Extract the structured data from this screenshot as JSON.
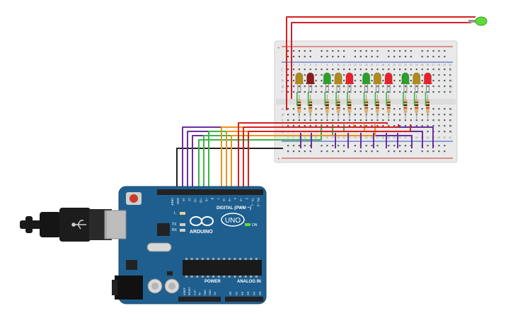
{
  "board": {
    "brand": "ARDUINO",
    "model": "UNO",
    "digital_header_label": "DIGITAL (PWM ~)",
    "power_label": "POWER",
    "analog_label": "ANALOG IN",
    "on_label": "ON",
    "l_label": "L",
    "tx_label": "TX",
    "rx_label": "RX",
    "digital_pins": [
      "AREF",
      "GND",
      "13",
      "12",
      "~11",
      "~10",
      "~9",
      "8",
      "7",
      "~6",
      "~5",
      "4",
      "~3",
      "2",
      "TX→1",
      "RX←0"
    ],
    "power_pins": [
      "IOREF",
      "RESET",
      "3.3V",
      "5V",
      "GND",
      "GND",
      "Vin"
    ],
    "analog_pins": [
      "A0",
      "A1",
      "A2",
      "A3",
      "A4",
      "A5"
    ]
  },
  "breadboard": {
    "row_letters_top": [
      "j",
      "i",
      "h",
      "g",
      "f"
    ],
    "row_letters_bottom": [
      "e",
      "d",
      "c",
      "b",
      "a"
    ],
    "column_numbers": [
      "1",
      "2",
      "3",
      "4",
      "5",
      "6",
      "7",
      "8",
      "9",
      "10",
      "11",
      "12",
      "13",
      "14",
      "15",
      "16",
      "17",
      "18",
      "19",
      "20",
      "21",
      "22",
      "23",
      "24",
      "25",
      "26",
      "27",
      "28",
      "29",
      "30"
    ]
  },
  "leds": [
    {
      "color": "#b08a1a"
    },
    {
      "color": "#8b1a1a"
    },
    {
      "color": "#2aa12a"
    },
    {
      "color": "#b08a1a"
    },
    {
      "color": "#e8202a"
    },
    {
      "color": "#2aa12a"
    },
    {
      "color": "#b08a1a"
    },
    {
      "color": "#e8202a"
    },
    {
      "color": "#2aa12a"
    },
    {
      "color": "#b08a1a"
    },
    {
      "color": "#e8202a"
    }
  ],
  "indicator_led": {
    "color": "#5fdc3a"
  },
  "wire_colors": {
    "red": "#d42020",
    "purple": "#6b2fa0",
    "green": "#39b54a",
    "orange": "#f0901a",
    "black": "#222222",
    "board_blue": "#1f5f8f"
  }
}
